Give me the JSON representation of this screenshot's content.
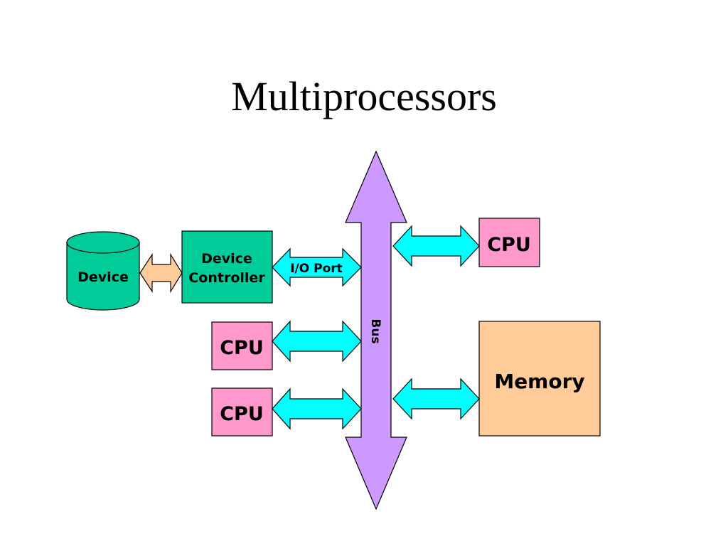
{
  "title": "Multiprocessors",
  "labels": {
    "device": "Device",
    "device_controller_line1": "Device",
    "device_controller_line2": "Controller",
    "io_port": "I/O Port",
    "bus": "Bus",
    "cpu_top_right": "CPU",
    "cpu_left_upper": "CPU",
    "cpu_left_lower": "CPU",
    "memory": "Memory"
  },
  "colors": {
    "device": "#00cc99",
    "device_controller": "#00cc99",
    "cpu": "#ff99cc",
    "memory": "#ffcc99",
    "bus": "#cc99ff",
    "connector": "#00ffff",
    "device_link": "#ffcc99",
    "outline": "#000000"
  }
}
